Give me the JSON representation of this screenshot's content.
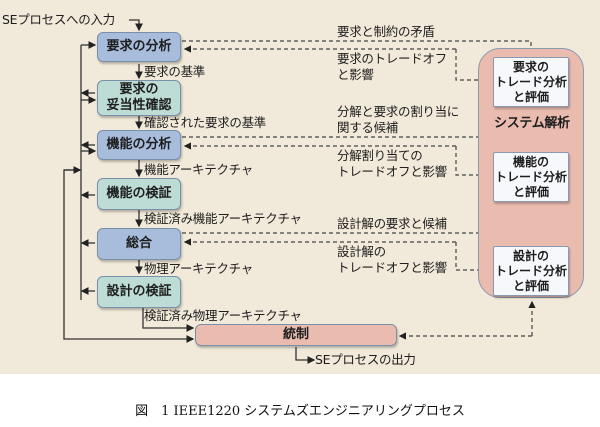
{
  "diagram": {
    "input_label": "SEプロセスへの入力",
    "output_label": "SEプロセスの出力",
    "process_boxes": [
      {
        "id": "req-analysis",
        "label": "要求の分析"
      },
      {
        "id": "req-validation",
        "label": "要求の\n妥当性確認"
      },
      {
        "id": "func-analysis",
        "label": "機能の分析"
      },
      {
        "id": "func-verification",
        "label": "機能の検証"
      },
      {
        "id": "synthesis",
        "label": "総合"
      },
      {
        "id": "design-verification",
        "label": "設計の検証"
      },
      {
        "id": "control",
        "label": "統制"
      }
    ],
    "flow_labels": [
      "要求の基準",
      "確認された要求の基準",
      "機能アーキテクチャ",
      "検証済み機能アーキテクチャ",
      "物理アーキテクチャ",
      "検証済み物理アーキテクチャ"
    ],
    "system_analysis": {
      "title": "システム解析",
      "boxes": [
        {
          "id": "req-tradeoff",
          "label": "要求の\nトレード分析\nと評価"
        },
        {
          "id": "func-tradeoff",
          "label": "機能の\nトレード分析\nと評価"
        },
        {
          "id": "design-tradeoff",
          "label": "設計の\nトレード分析\nと評価"
        }
      ]
    },
    "dashed_labels": [
      "要求と制約の矛盾",
      "要求のトレードオフ\nと影響",
      "分解と要求の割り当に\n関する候補",
      "分解割り当ての\nトレードオフと影響",
      "設計解の要求と候補",
      "設計解の\nトレードオフと影響"
    ],
    "colors": {
      "background": "#f1e9d9",
      "blue_box": "#a8bcdc",
      "green_box": "#bddcd6",
      "pink_box": "#eabcb0"
    }
  },
  "caption": "図　1  IEEE1220  システムズエンジニアリングプロセス"
}
